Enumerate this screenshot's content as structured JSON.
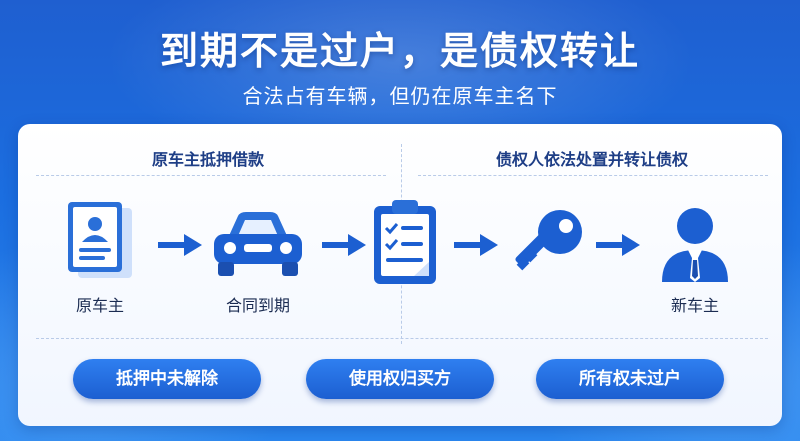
{
  "header": {
    "title": "到期不是过户，是债权转让",
    "subtitle": "合法占有车辆，但仍在原车主名下"
  },
  "sections": {
    "left_title": "原车主抵押借款",
    "right_title": "债权人依法处置并转让债权"
  },
  "steps": [
    {
      "icon": "document-icon",
      "label": "原车主"
    },
    {
      "icon": "car-icon",
      "label": "合同到期"
    },
    {
      "icon": "clipboard-checklist-icon",
      "label": ""
    },
    {
      "icon": "key-icon",
      "label": ""
    },
    {
      "icon": "person-icon",
      "label": "新车主"
    }
  ],
  "badges": [
    "抵押中未解除",
    "使用权归买方",
    "所有权未过户"
  ],
  "colors": {
    "primary_blue": "#1c5fd1",
    "dark_text": "#1e3e86"
  }
}
